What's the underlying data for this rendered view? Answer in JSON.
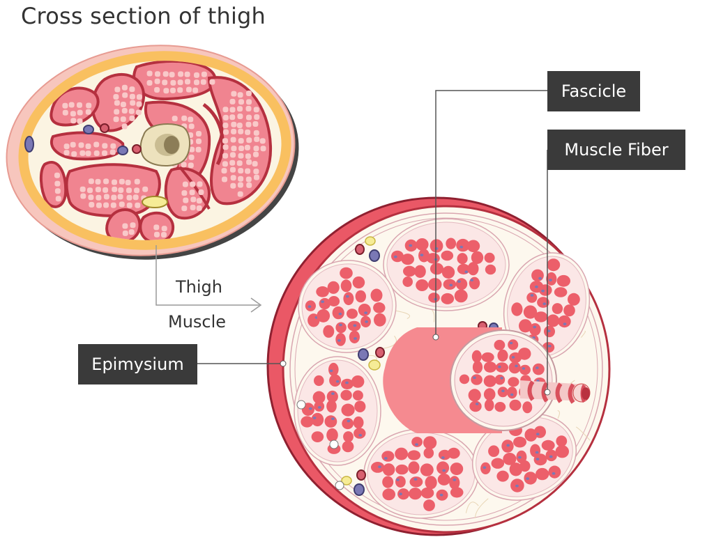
{
  "title": "Cross section of thigh",
  "labels": {
    "fascicle": "Fascicle",
    "muscle_fiber": "Muscle Fiber",
    "epimysium": "Epimysium",
    "thigh": "Thigh",
    "muscle": "Muscle"
  },
  "colors": {
    "skin": "#f7c6bd",
    "fat": "#f9c060",
    "fascia_cream": "#fbf4e2",
    "muscle_outline": "#b5303f",
    "muscle_cell": "#f08490",
    "fiber": "#ec5f6a",
    "nucleus": "#7a78b5",
    "connective": "#f2e5c8",
    "label_bg": "#3a3a3a",
    "label_text": "#ffffff",
    "leader_line": "#555555"
  }
}
